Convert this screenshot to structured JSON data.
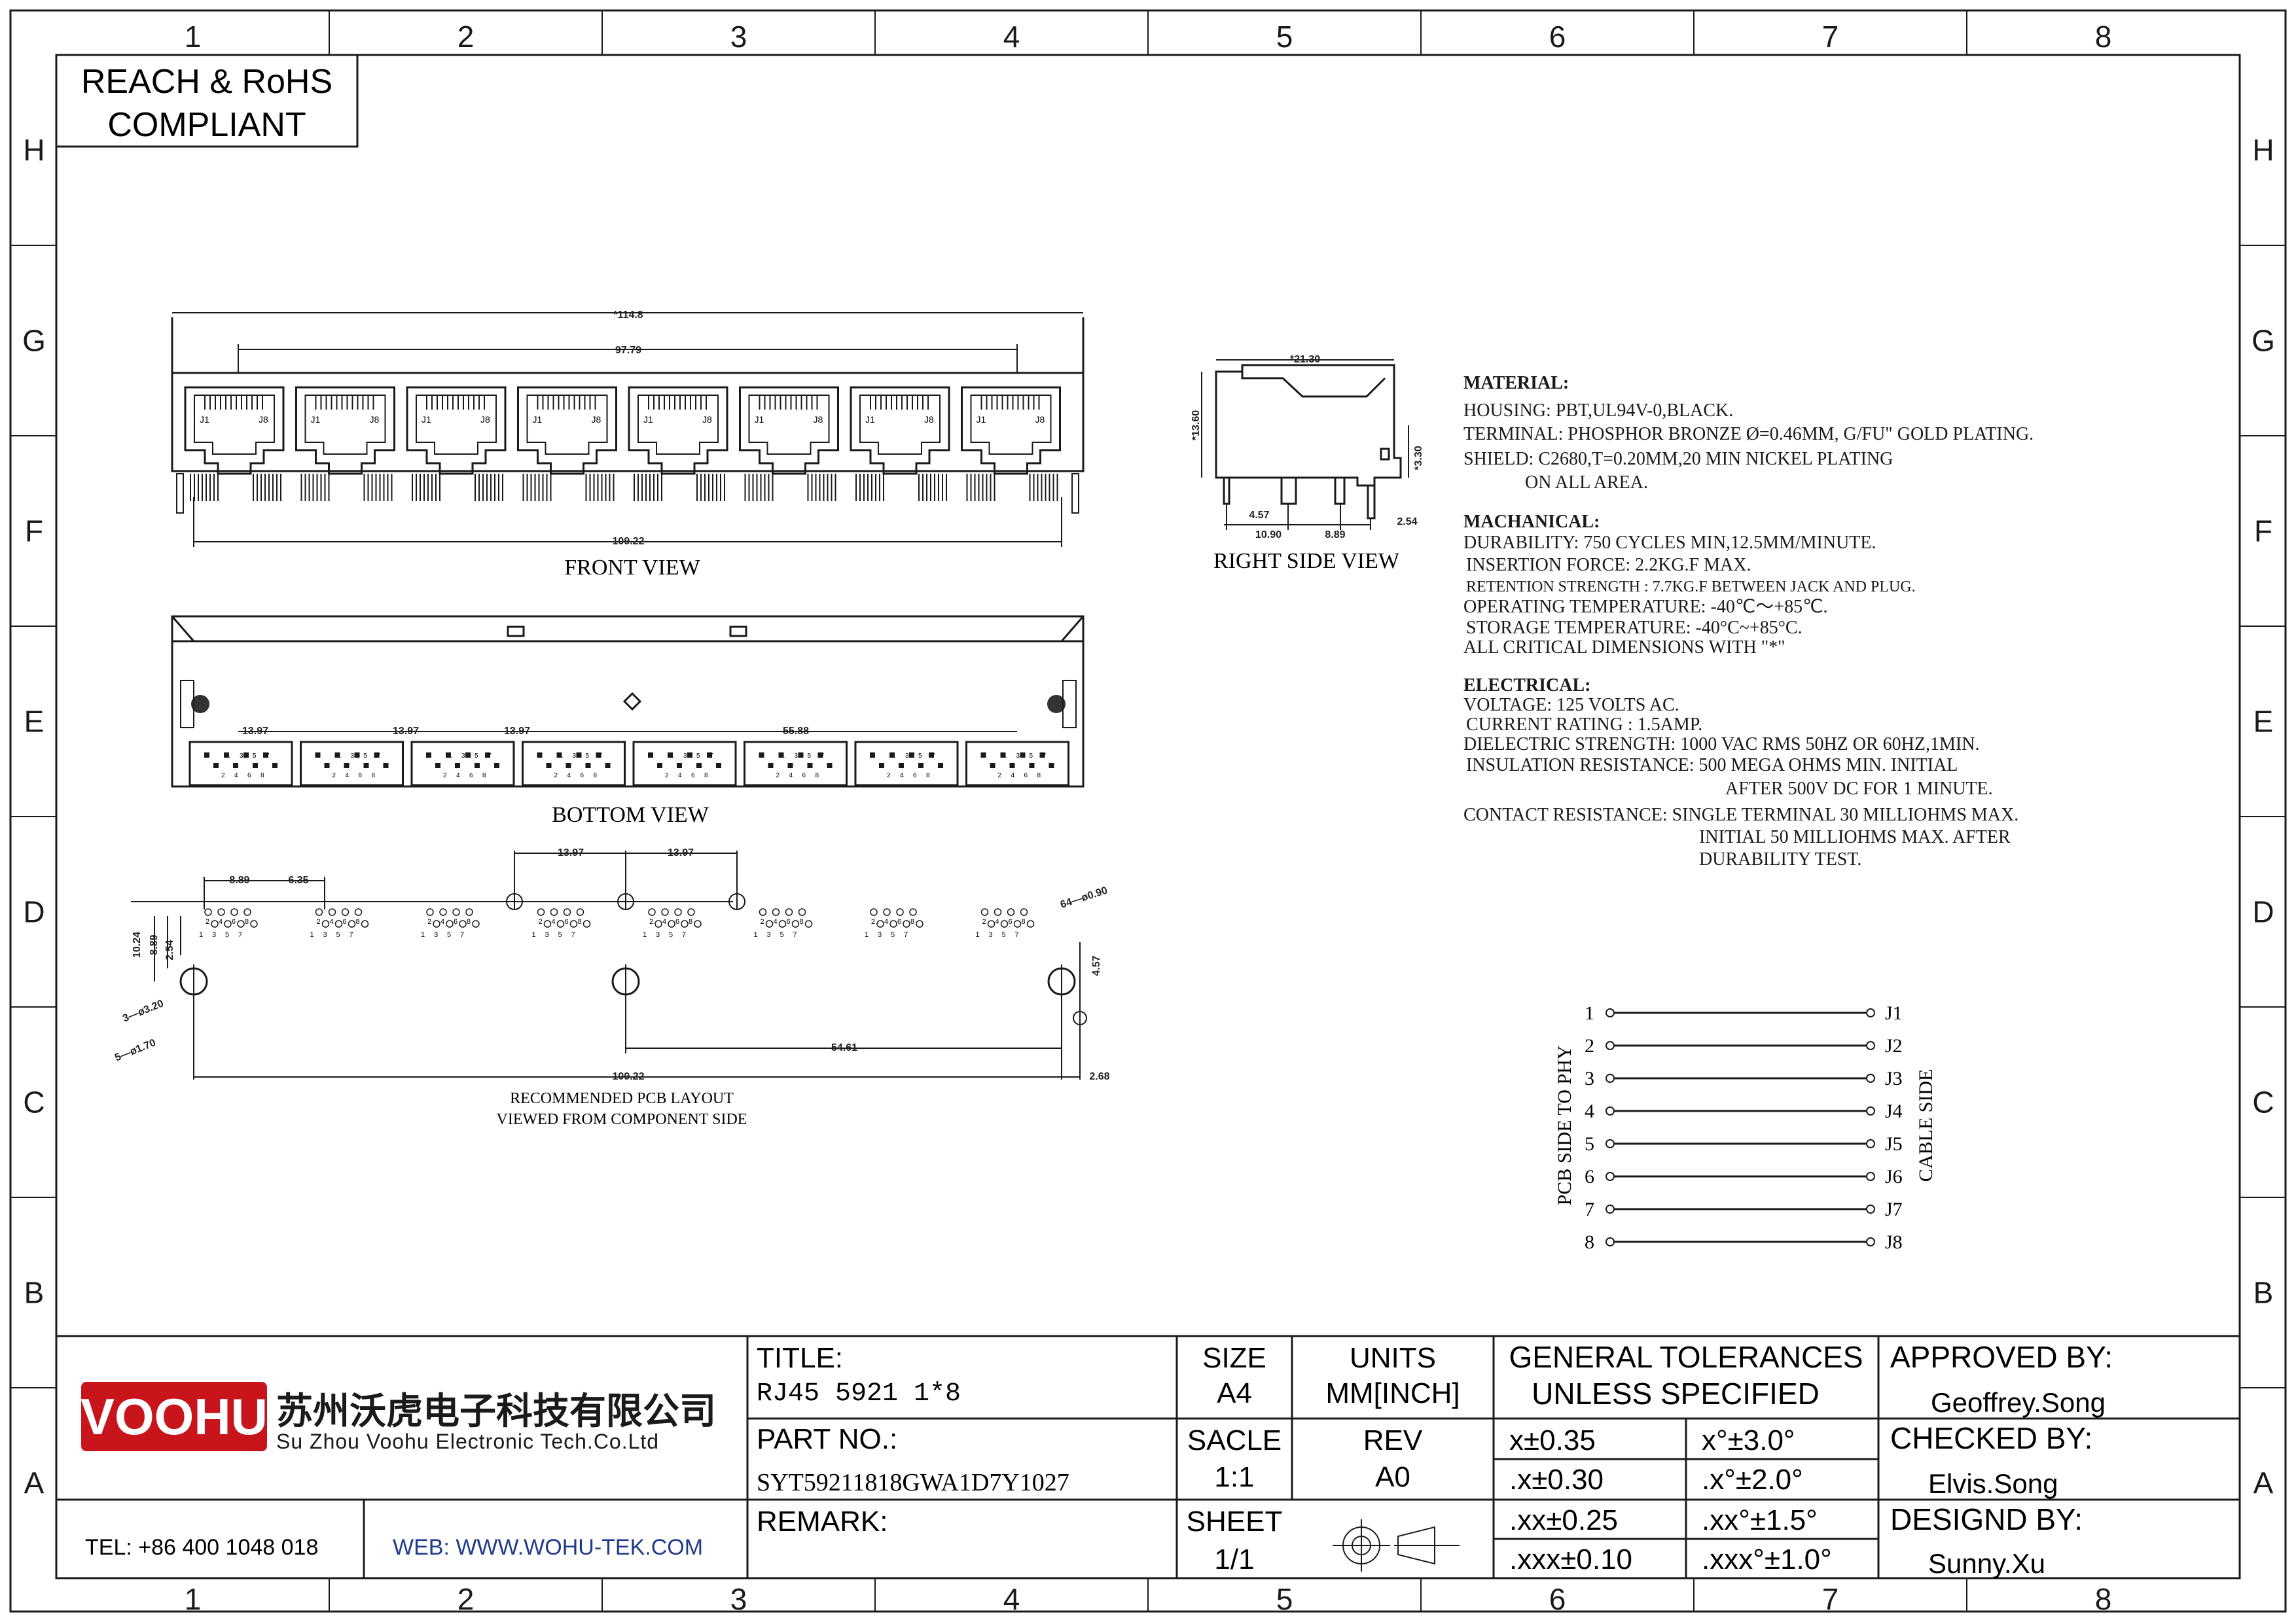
{
  "frame": {
    "cols": [
      "1",
      "2",
      "3",
      "4",
      "5",
      "6",
      "7",
      "8"
    ],
    "rows": [
      "H",
      "G",
      "F",
      "E",
      "D",
      "C",
      "B",
      "A"
    ]
  },
  "compliance": {
    "line1": "REACH & RoHS",
    "line2": "COMPLIANT"
  },
  "front_view": {
    "caption": "FRONT VIEW",
    "dim_overall": "*114.8",
    "dim_inner": "97.79",
    "dim_bottom": "109.22",
    "pin_first": "J1",
    "pin_last": "J8"
  },
  "bottom_view": {
    "caption": "BOTTOM VIEW",
    "dims": [
      "13.97",
      "13.97",
      "13.97",
      "55.88"
    ]
  },
  "right_view": {
    "caption": "RIGHT SIDE VIEW",
    "dim_width": "*21.30",
    "dim_height": "*13.60",
    "dim_330": "*3.30",
    "dim_457": "4.57",
    "dim_1090": "10.90",
    "dim_889": "8.89",
    "dim_254": "2.54"
  },
  "pcb_layout": {
    "caption1": "RECOMMENDED PCB LAYOUT",
    "caption2": "VIEWED FROM COMPONENT SIDE",
    "d_889": "8.89",
    "d_635": "6.35",
    "d_1397a": "13.97",
    "d_1397b": "13.97",
    "d_1024": "10.24",
    "d_889v": "8.89",
    "d_254v": "2.54",
    "d_320": "3—ø3.20",
    "d_170": "5—ø1.70",
    "d_090": "64—ø0.90",
    "d_457": "4.57",
    "d_5461": "54.61",
    "d_10922": "109.22",
    "d_268": "2.68",
    "even_pins": [
      "2",
      "4",
      "6",
      "8"
    ],
    "odd_pins": [
      "1",
      "3",
      "5",
      "7"
    ]
  },
  "specs": {
    "material_head": "MATERIAL:",
    "material": [
      "HOUSING: PBT,UL94V-0,BLACK.",
      "TERMINAL: PHOSPHOR BRONZE Ø=0.46MM, G/FU\" GOLD PLATING.",
      "SHIELD: C2680,T=0.20MM,20 MIN NICKEL PLATING",
      "ON ALL AREA."
    ],
    "mech_head": "MACHANICAL:",
    "mech": [
      "DURABILITY: 750 CYCLES MIN,12.5MM/MINUTE.",
      "INSERTION FORCE: 2.2KG.F MAX.",
      "RETENTION STRENGTH : 7.7KG.F BETWEEN JACK AND PLUG.",
      "OPERATING TEMPERATURE: -40℃～+85℃.",
      "STORAGE TEMPERATURE: -40°C~+85°C.",
      "ALL CRITICAL DIMENSIONS WITH \"*\""
    ],
    "elec_head": "ELECTRICAL:",
    "elec": [
      "VOLTAGE: 125 VOLTS AC.",
      "CURRENT RATING : 1.5AMP.",
      "DIELECTRIC STRENGTH: 1000 VAC RMS 50HZ OR 60HZ,1MIN.",
      "INSULATION RESISTANCE: 500 MEGA OHMS MIN. INITIAL",
      "AFTER 500V DC FOR 1 MINUTE.",
      "CONTACT RESISTANCE: SINGLE TERMINAL 30 MILLIOHMS MAX.",
      "INITIAL 50 MILLIOHMS MAX. AFTER",
      "DURABILITY TEST."
    ]
  },
  "schematic": {
    "left_label": "PCB SIDE TO PHY",
    "right_label": "CABLE SIDE",
    "left_pins": [
      "1",
      "2",
      "3",
      "4",
      "5",
      "6",
      "7",
      "8"
    ],
    "right_pins": [
      "J1",
      "J2",
      "J3",
      "J4",
      "J5",
      "J6",
      "J7",
      "J8"
    ]
  },
  "title_block": {
    "logo": "VOOHU",
    "company_cn": "苏州沃虎电子科技有限公司",
    "company_en": "Su Zhou Voohu Electronic Tech.Co.Ltd",
    "tel": "TEL: +86 400 1048 018",
    "web": "WEB: WWW.WOHU-TEK.COM",
    "title_label": "TITLE:",
    "title_value": "RJ45 5921 1*8",
    "part_label": "PART NO.:",
    "part_value": "SYT59211818GWA1D7Y1027",
    "remark_label": "REMARK:",
    "size_label": "SIZE",
    "size_value": "A4",
    "units_label": "UNITS",
    "units_value": "MM[INCH]",
    "scale_label": "SACLE",
    "scale_value": "1:1",
    "rev_label": "REV",
    "rev_value": "A0",
    "sheet_label": "SHEET",
    "sheet_value": "1/1",
    "tol_label1": "GENERAL TOLERANCES",
    "tol_label2": "UNLESS SPECIFIED",
    "tol": [
      [
        "x±0.35",
        "x°±3.0°"
      ],
      [
        ".x±0.30",
        ".x°±2.0°"
      ],
      [
        ".xx±0.25",
        ".xx°±1.5°"
      ],
      [
        ".xxx±0.10",
        ".xxx°±1.0°"
      ]
    ],
    "approved_label": "APPROVED BY:",
    "approved_value": "Geoffrey.Song",
    "checked_label": "CHECKED BY:",
    "checked_value": "Elvis.Song",
    "designed_label": "DESIGND BY:",
    "designed_value": "Sunny.Xu"
  }
}
